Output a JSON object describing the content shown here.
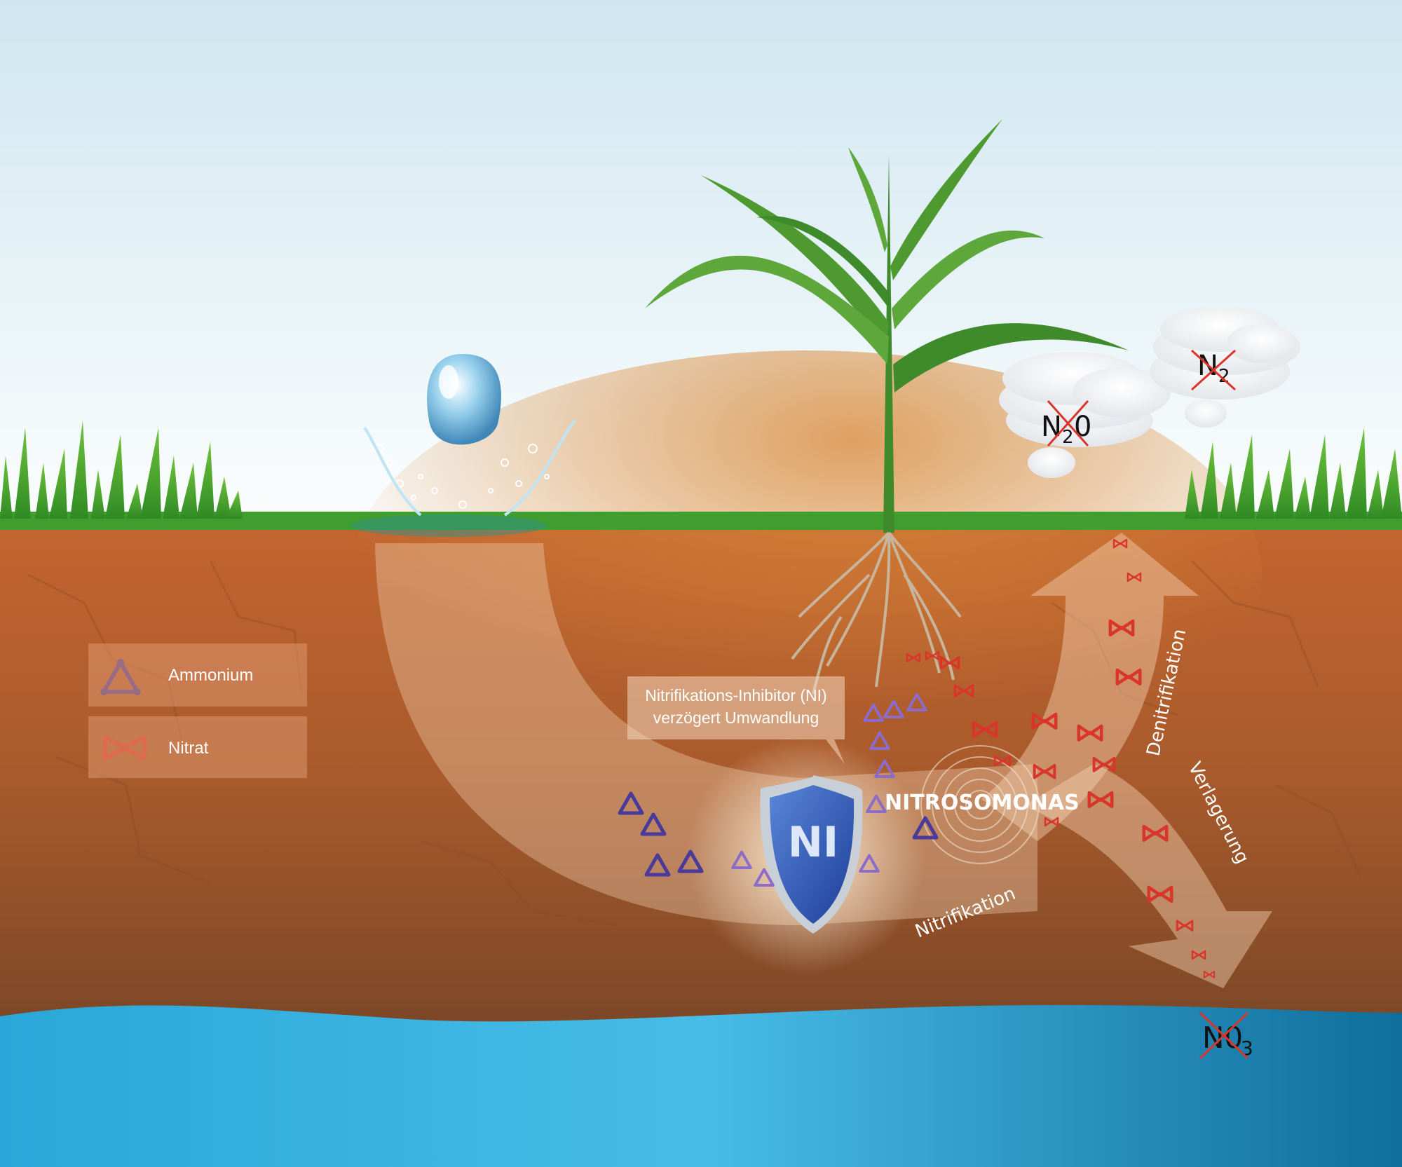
{
  "legend": {
    "ammonium": "Ammonium",
    "nitrat": "Nitrat"
  },
  "callout": {
    "line1": "Nitrifikations-Inhibitor (NI)",
    "line2": "verzögert Umwandlung"
  },
  "shield_label": "NI",
  "bacteria_label": "NITROSOMONAS",
  "arrows": {
    "nitrifikation": "Nitrifikation",
    "denitrifikation": "Denitrifikation",
    "verlagerung": "Verlagerung"
  },
  "gases": {
    "n2o_main": "N",
    "n2o_sub": "2",
    "n2o_tail": "0",
    "n2_main": "N",
    "n2_sub": "2"
  },
  "groundwater": {
    "no3_main": "N0",
    "no3_sub": "3"
  },
  "colors": {
    "sky_top": "#cfe8f2",
    "sky_bottom": "#ffffff",
    "grass": "#3f9e2e",
    "soil_top": "#c8642a",
    "soil_bottom": "#7a4526",
    "water": "#2faee0",
    "ammonium": "#4a3a9a",
    "nitrat": "#d9362b"
  }
}
